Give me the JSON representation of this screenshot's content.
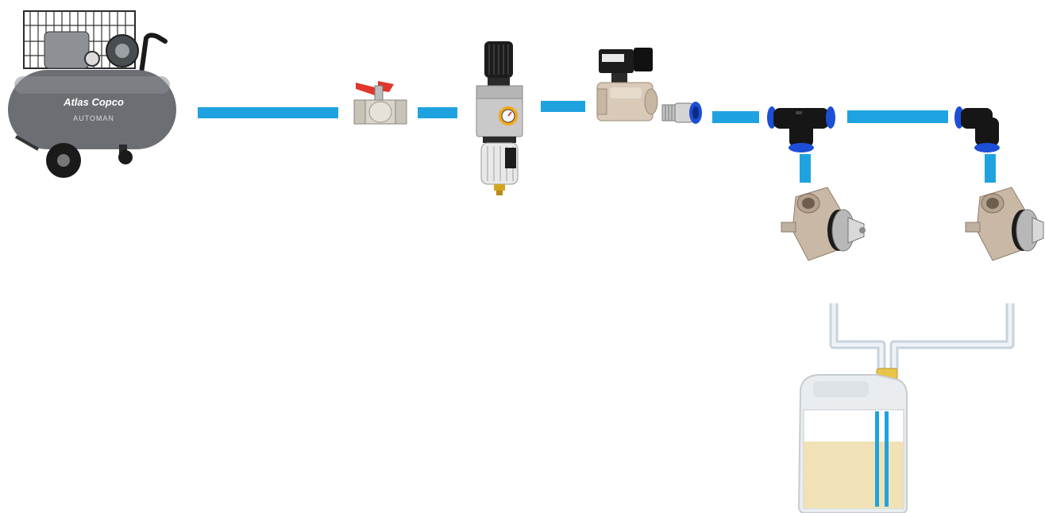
{
  "compressor": {
    "brand": "Atlas Copco",
    "model": "AUTOMAN"
  },
  "colors": {
    "air_line": "#1fa3e0",
    "tank": "#6b6f73",
    "valve_handle": "#e0362c",
    "regulator_gauge_ring": "#f3a712",
    "push_fitting_ring": "#1c4fd6",
    "fluid": "#f0e2b6"
  },
  "components": [
    {
      "id": "air-compressor",
      "icon": "compressor"
    },
    {
      "id": "ball-valve",
      "icon": "ball-valve"
    },
    {
      "id": "filter-regulator",
      "icon": "filter-regulator"
    },
    {
      "id": "solenoid-valve",
      "icon": "solenoid-valve"
    },
    {
      "id": "straight-push-fitting",
      "icon": "push-fitting"
    },
    {
      "id": "tee-push-fitting",
      "icon": "tee-fitting"
    },
    {
      "id": "elbow-push-fitting",
      "icon": "elbow-fitting"
    },
    {
      "id": "atomizing-nozzle-1",
      "icon": "nozzle"
    },
    {
      "id": "atomizing-nozzle-2",
      "icon": "nozzle"
    },
    {
      "id": "liquid-canister",
      "icon": "canister"
    }
  ]
}
